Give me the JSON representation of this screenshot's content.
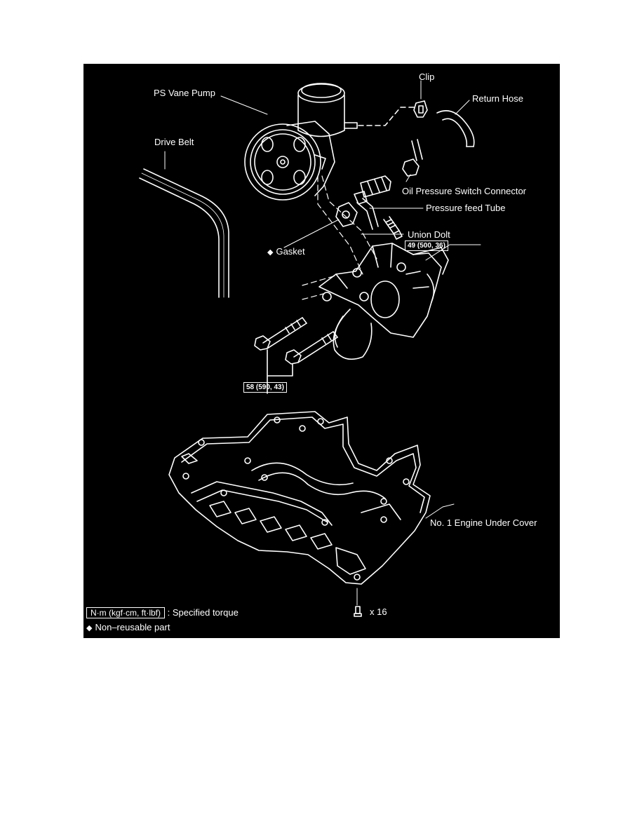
{
  "colors": {
    "page": "#ffffff",
    "panel": "#000000",
    "ink": "#ffffff"
  },
  "labels": {
    "clip": "Clip",
    "return_hose": "Return Hose",
    "ps_vane_pump": "PS Vane Pump",
    "drive_belt": "Drive Belt",
    "oil_pressure_switch_connector": "Oil Pressure Switch Connector",
    "pressure_feed_tube": "Pressure feed Tube",
    "union_bolt": "Union Dolt",
    "gasket": "Gasket",
    "under_cover": "No. 1 Engine Under Cover",
    "bolt_count": "x 16"
  },
  "torque": {
    "union_bolt": "49 (500, 36)",
    "pump_bolts": "58 (590, 43)"
  },
  "legend": {
    "unit_box": "N·m (kgf·cm, ft·lbf)",
    "unit_desc": ": Specified torque",
    "non_reusable": "Non–reusable part"
  },
  "icons": {
    "non_reusable_mark": "diamond-icon",
    "bolt": "bolt-icon"
  }
}
